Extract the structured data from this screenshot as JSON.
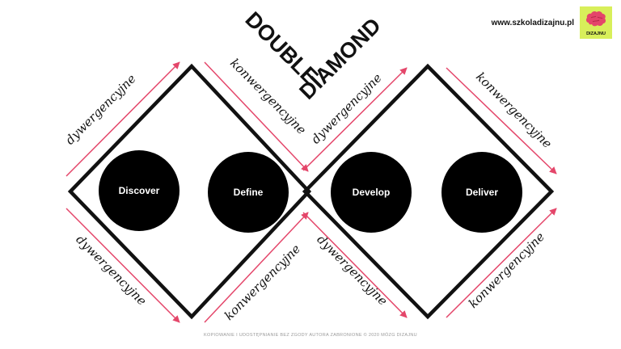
{
  "header": {
    "site_url": "www.szkoladizajnu.pl",
    "logo_text": "DIZAJNU"
  },
  "title": {
    "word1": "DOUBLE",
    "word2": "DIAMOND"
  },
  "phases": [
    "Discover",
    "Define",
    "Develop",
    "Deliver"
  ],
  "edge_labels": {
    "divergent": "dywergencyjne",
    "convergent": "konwergencyjne"
  },
  "footer": {
    "copyright": "KOPIOWANIE I UDOSTĘPNIANIE BEZ ZGODY AUTORA ZABRONIONE © 2020 MÓZG DIZAJNU"
  },
  "colors": {
    "arrow": "#e4466a",
    "outline": "#111111",
    "circle": "#000000",
    "logo_bg": "#d8ef5a",
    "logo_brain": "#e4466a"
  }
}
